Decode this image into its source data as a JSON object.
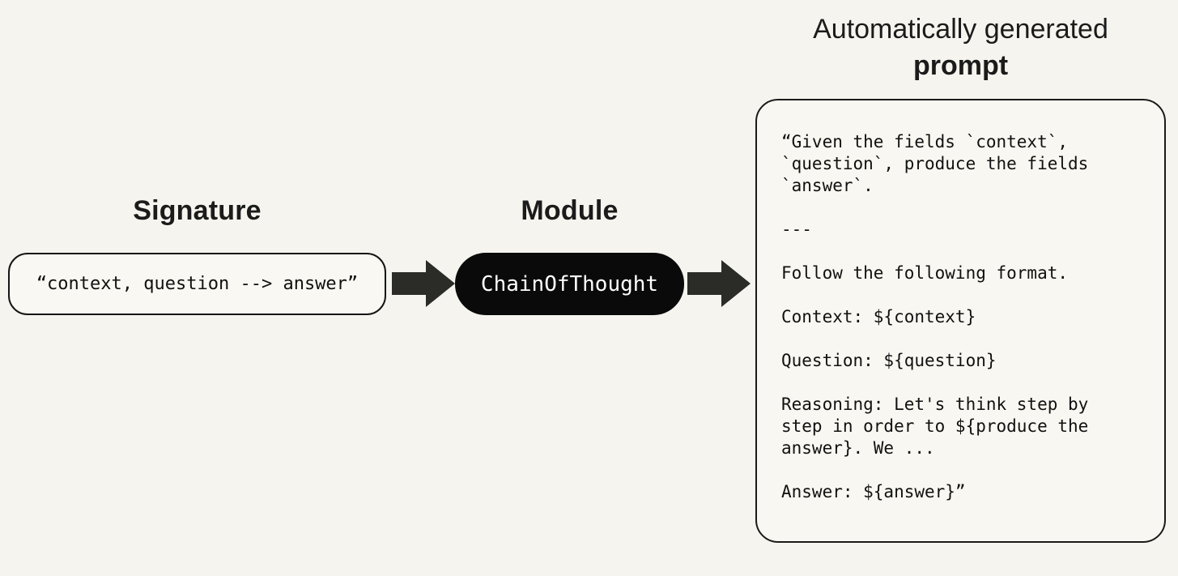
{
  "colors": {
    "background": "#f5f4ee",
    "ink": "#1b1b1b",
    "pill_background": "#0a0a0a",
    "pill_text": "#ffffff",
    "arrow": "#2b2b28",
    "box_border": "#1a1a1a"
  },
  "signature": {
    "heading": "Signature",
    "value": "“context, question --> answer”"
  },
  "module": {
    "heading": "Module",
    "value": "ChainOfThought"
  },
  "prompt_title": {
    "line1": "Automatically generated",
    "line2": "prompt"
  },
  "prompt": {
    "paragraphs": [
      "“Given the fields `context`,\n`question`, produce the fields\n`answer`.",
      "---",
      "Follow the following format.",
      "Context: ${context}",
      "Question: ${question}",
      "Reasoning: Let's think step by\nstep in order to ${produce the\nanswer}. We ...",
      "Answer: ${answer}”"
    ]
  }
}
